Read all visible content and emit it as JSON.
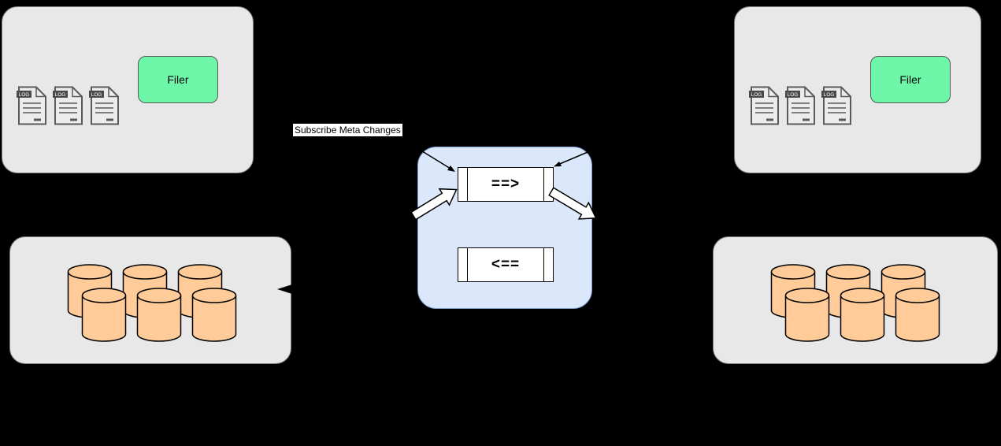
{
  "labels": {
    "filer": "Filer",
    "log": "LOG"
  },
  "center": {
    "annotation": "Subscribe Meta Changes",
    "forward_queue_symbol": "==>",
    "backward_queue_symbol": "<=="
  },
  "clusters": {
    "top_left_filer_group": {
      "filer_label": "Filer",
      "log_file_count": 3
    },
    "top_right_filer_group": {
      "filer_label": "Filer",
      "log_file_count": 3
    },
    "bottom_left_volume_group": {
      "cylinder_count": 6
    },
    "bottom_right_volume_group": {
      "cylinder_count": 6
    }
  },
  "colors": {
    "canvas_background": "#000000",
    "cluster_box_fill": "#e8e8e8",
    "filer_fill": "#6ef7a9",
    "queue_panel_fill": "#dbe8fc",
    "queue_panel_border": "#7d99c9",
    "volume_cylinder_fill": "#ffcc99"
  }
}
